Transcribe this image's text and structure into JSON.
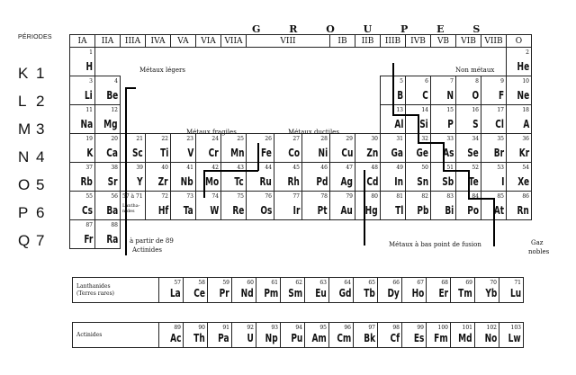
{
  "header": {
    "periodes_label": "PÉRIODES",
    "groupes_label": "G R O U P E S",
    "groups": [
      "IA",
      "IIA",
      "IIIA",
      "IVA",
      "VA",
      "VIA",
      "VIIA",
      "VIII",
      "IB",
      "IIB",
      "IIIB",
      "IVB",
      "VB",
      "VIB",
      "VIIB",
      "O"
    ]
  },
  "periods": [
    {
      "shell": "K",
      "num": "1"
    },
    {
      "shell": "L",
      "num": "2"
    },
    {
      "shell": "M",
      "num": "3"
    },
    {
      "shell": "N",
      "num": "4"
    },
    {
      "shell": "O",
      "num": "5"
    },
    {
      "shell": "P",
      "num": "6"
    },
    {
      "shell": "Q",
      "num": "7"
    }
  ],
  "elements": {
    "H": {
      "z": "1",
      "sym": "H"
    },
    "He": {
      "z": "2",
      "sym": "He"
    },
    "Li": {
      "z": "3",
      "sym": "Li"
    },
    "Be": {
      "z": "4",
      "sym": "Be"
    },
    "B": {
      "z": "5",
      "sym": "B"
    },
    "C": {
      "z": "6",
      "sym": "C"
    },
    "N": {
      "z": "7",
      "sym": "N"
    },
    "O": {
      "z": "8",
      "sym": "O"
    },
    "F": {
      "z": "9",
      "sym": "F"
    },
    "Ne": {
      "z": "10",
      "sym": "Ne"
    },
    "Na": {
      "z": "11",
      "sym": "Na"
    },
    "Mg": {
      "z": "12",
      "sym": "Mg"
    },
    "Al": {
      "z": "13",
      "sym": "Al"
    },
    "Si": {
      "z": "14",
      "sym": "Si"
    },
    "P": {
      "z": "15",
      "sym": "P"
    },
    "S": {
      "z": "16",
      "sym": "S"
    },
    "Cl": {
      "z": "17",
      "sym": "Cl"
    },
    "A": {
      "z": "18",
      "sym": "A"
    },
    "K": {
      "z": "19",
      "sym": "K"
    },
    "Ca": {
      "z": "20",
      "sym": "Ca"
    },
    "Sc": {
      "z": "21",
      "sym": "Sc"
    },
    "Ti": {
      "z": "22",
      "sym": "Ti"
    },
    "V": {
      "z": "23",
      "sym": "V"
    },
    "Cr": {
      "z": "24",
      "sym": "Cr"
    },
    "Mn": {
      "z": "25",
      "sym": "Mn"
    },
    "Fe": {
      "z": "26",
      "sym": "Fe"
    },
    "Co": {
      "z": "27",
      "sym": "Co"
    },
    "Ni": {
      "z": "28",
      "sym": "Ni"
    },
    "Cu": {
      "z": "29",
      "sym": "Cu"
    },
    "Zn": {
      "z": "30",
      "sym": "Zn"
    },
    "Ga": {
      "z": "31",
      "sym": "Ga"
    },
    "Ge": {
      "z": "32",
      "sym": "Ge"
    },
    "As": {
      "z": "33",
      "sym": "As"
    },
    "Se": {
      "z": "34",
      "sym": "Se"
    },
    "Br": {
      "z": "35",
      "sym": "Br"
    },
    "Kr": {
      "z": "36",
      "sym": "Kr"
    },
    "Rb": {
      "z": "37",
      "sym": "Rb"
    },
    "Sr": {
      "z": "38",
      "sym": "Sr"
    },
    "Y": {
      "z": "39",
      "sym": "Y"
    },
    "Zr": {
      "z": "40",
      "sym": "Zr"
    },
    "Nb": {
      "z": "41",
      "sym": "Nb"
    },
    "Mo": {
      "z": "42",
      "sym": "Mo"
    },
    "Tc": {
      "z": "43",
      "sym": "Tc"
    },
    "Ru": {
      "z": "44",
      "sym": "Ru"
    },
    "Rh": {
      "z": "45",
      "sym": "Rh"
    },
    "Pd": {
      "z": "46",
      "sym": "Pd"
    },
    "Ag": {
      "z": "47",
      "sym": "Ag"
    },
    "Cd": {
      "z": "48",
      "sym": "Cd"
    },
    "In": {
      "z": "49",
      "sym": "In"
    },
    "Sn": {
      "z": "50",
      "sym": "Sn"
    },
    "Sb": {
      "z": "51",
      "sym": "Sb"
    },
    "Te": {
      "z": "52",
      "sym": "Te"
    },
    "I": {
      "z": "53",
      "sym": "I"
    },
    "Xe": {
      "z": "54",
      "sym": "Xe"
    },
    "Cs": {
      "z": "55",
      "sym": "Cs"
    },
    "Ba": {
      "z": "56",
      "sym": "Ba"
    },
    "Hf": {
      "z": "72",
      "sym": "Hf"
    },
    "Ta": {
      "z": "73",
      "sym": "Ta"
    },
    "W": {
      "z": "74",
      "sym": "W"
    },
    "Re": {
      "z": "75",
      "sym": "Re"
    },
    "Os": {
      "z": "76",
      "sym": "Os"
    },
    "Ir": {
      "z": "77",
      "sym": "Ir"
    },
    "Pt": {
      "z": "78",
      "sym": "Pt"
    },
    "Au": {
      "z": "79",
      "sym": "Au"
    },
    "Hg": {
      "z": "80",
      "sym": "Hg"
    },
    "Tl": {
      "z": "81",
      "sym": "Tl"
    },
    "Pb": {
      "z": "82",
      "sym": "Pb"
    },
    "Bi": {
      "z": "83",
      "sym": "Bi"
    },
    "Po": {
      "z": "84",
      "sym": "Po"
    },
    "At": {
      "z": "85",
      "sym": "At"
    },
    "Rn": {
      "z": "86",
      "sym": "Rn"
    },
    "Fr": {
      "z": "87",
      "sym": "Fr"
    },
    "Ra": {
      "z": "88",
      "sym": "Ra"
    }
  },
  "cells": {
    "lanthanides_z": "57 à 71",
    "lanthanides_text": "Lantha-nides",
    "actinides_note_1": "à partir de 89",
    "actinides_note_2": "Actinides"
  },
  "annotations": {
    "metaux_legers": "Métaux légers",
    "non_metaux": "Non métaux",
    "metaux_fragiles": "Métaux fragiles",
    "metaux_ductiles": "Métaux ductiles",
    "metaux_bas_fusion": "Métaux à bas point de fusion",
    "gaz_nobles_1": "Gaz",
    "gaz_nobles_2": "nobles"
  },
  "lanthanides": {
    "label_1": "Lanthanides",
    "label_2": "(Terres rares)",
    "items": [
      {
        "z": "57",
        "sym": "La"
      },
      {
        "z": "58",
        "sym": "Ce"
      },
      {
        "z": "59",
        "sym": "Pr"
      },
      {
        "z": "60",
        "sym": "Nd"
      },
      {
        "z": "61",
        "sym": "Pm"
      },
      {
        "z": "62",
        "sym": "Sm"
      },
      {
        "z": "63",
        "sym": "Eu"
      },
      {
        "z": "64",
        "sym": "Gd"
      },
      {
        "z": "65",
        "sym": "Tb"
      },
      {
        "z": "66",
        "sym": "Dy"
      },
      {
        "z": "67",
        "sym": "Ho"
      },
      {
        "z": "68",
        "sym": "Er"
      },
      {
        "z": "69",
        "sym": "Tm"
      },
      {
        "z": "70",
        "sym": "Yb"
      },
      {
        "z": "71",
        "sym": "Lu"
      }
    ]
  },
  "actinides": {
    "label": "Actinides",
    "items": [
      {
        "z": "89",
        "sym": "Ac"
      },
      {
        "z": "90",
        "sym": "Th"
      },
      {
        "z": "91",
        "sym": "Pa"
      },
      {
        "z": "92",
        "sym": "U"
      },
      {
        "z": "93",
        "sym": "Np"
      },
      {
        "z": "94",
        "sym": "Pu"
      },
      {
        "z": "95",
        "sym": "Am"
      },
      {
        "z": "96",
        "sym": "Cm"
      },
      {
        "z": "97",
        "sym": "Bk"
      },
      {
        "z": "98",
        "sym": "Cf"
      },
      {
        "z": "99",
        "sym": "Es"
      },
      {
        "z": "100",
        "sym": "Fm"
      },
      {
        "z": "101",
        "sym": "Md"
      },
      {
        "z": "102",
        "sym": "No"
      },
      {
        "z": "103",
        "sym": "Lw"
      }
    ]
  }
}
